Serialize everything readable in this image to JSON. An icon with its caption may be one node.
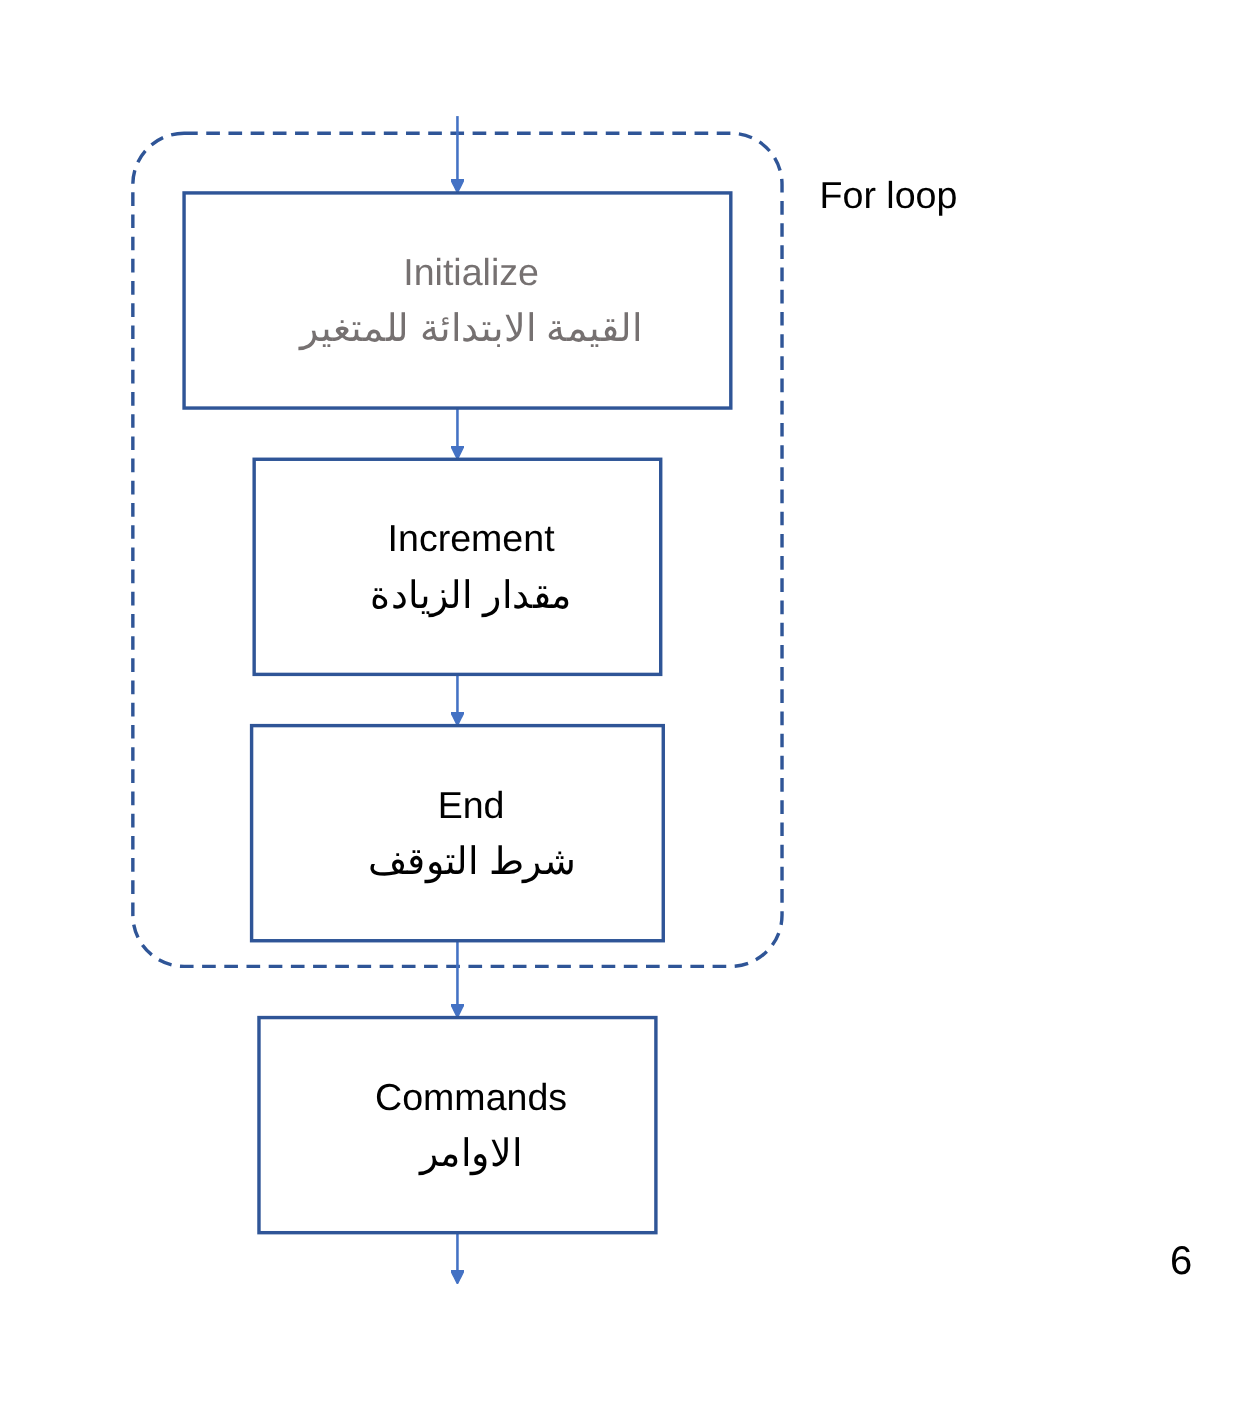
{
  "diagram": {
    "nodes": [
      {
        "text": [
          "For loop"
        ]
      },
      {
        "text": [
          "Initialize",
          "القيمة الابتدائة للمتغير"
        ],
        "in": 0
      },
      {
        "text": [
          "Increment",
          "مقدار الزيادة"
        ],
        "in": 0
      },
      {
        "text": [
          "End",
          "شرط التوقف"
        ],
        "in": 0
      },
      {
        "text": [
          "Commands",
          "الاوامر"
        ]
      }
    ],
    "edges": [
      {
        "from": 1,
        "to": 2,
        "arrow": "to"
      },
      {
        "from": 2,
        "to": 3,
        "arrow": "to"
      },
      {
        "from": 3,
        "to": 4,
        "arrow": "to"
      },
      {
        "from": 4,
        "to": null,
        "arrow": "to"
      },
      {
        "from": null,
        "to": 1,
        "arrow": "to"
      }
    ],
    "labels": [
      "6"
    ]
  }
}
